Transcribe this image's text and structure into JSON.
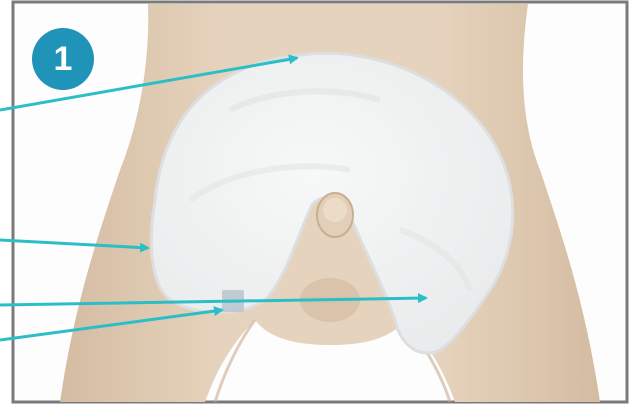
{
  "step": {
    "number": "1"
  },
  "colors": {
    "frame": "#7a7a7a",
    "background": "#fdfdfd",
    "skin": "#e3cfb8",
    "skin_shadow": "#c9ae94",
    "pad_fill": "#f1f2f2",
    "pad_edge": "#dcdedf",
    "pad_tab": "#b8c4cf",
    "arrow": "#2bbec6",
    "badge": "#1f93b8"
  },
  "callouts": [
    {
      "target": "pad-top-edge"
    },
    {
      "target": "pad-left-side"
    },
    {
      "target": "pad-right-lobe"
    },
    {
      "target": "pad-tab"
    }
  ]
}
